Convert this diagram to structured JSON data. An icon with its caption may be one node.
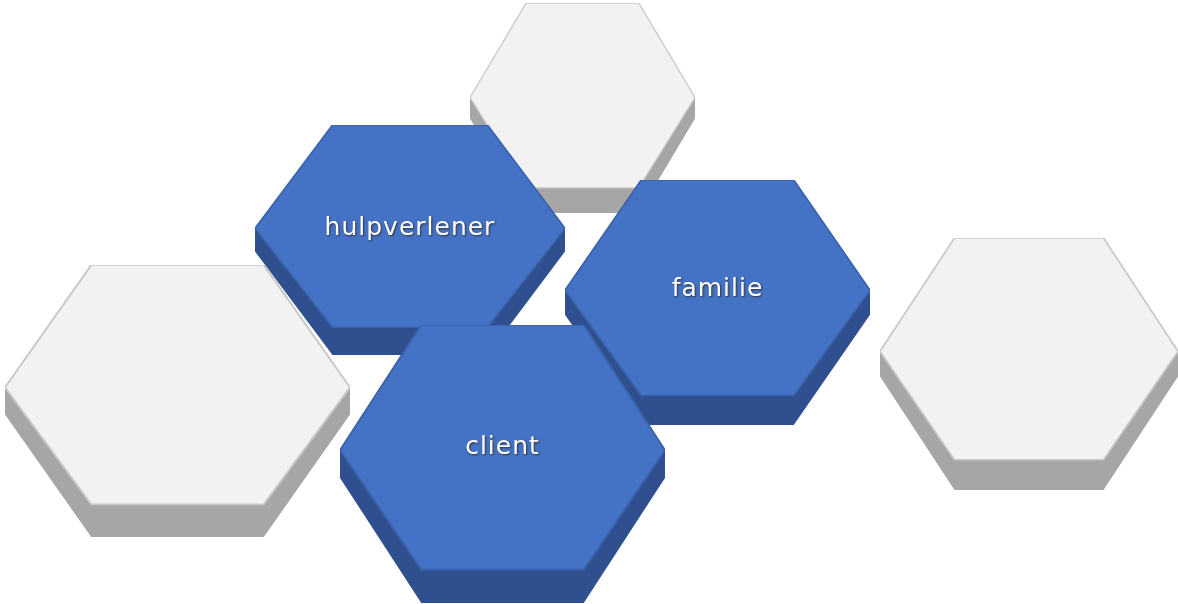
{
  "diagram": {
    "nodes": [
      {
        "text": [],
        "shape": "hexagon"
      },
      {
        "text": [
          "hulpverlener"
        ]
      },
      {
        "text": [
          "familie"
        ]
      },
      {
        "text": [],
        "shape": "hexagon"
      },
      {
        "text": [],
        "shape": "hexagon"
      },
      {
        "text": [
          "client"
        ]
      }
    ]
  }
}
